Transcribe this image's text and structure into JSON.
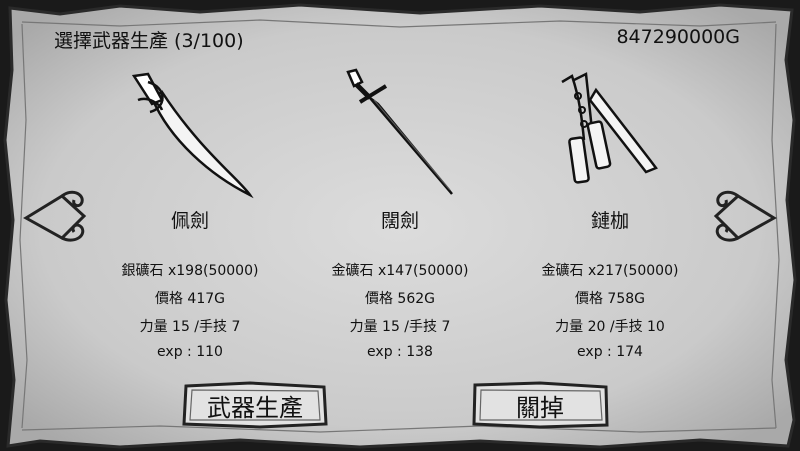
{
  "header": {
    "title": "選擇武器生產 (3/100)",
    "gold": "847290000G"
  },
  "weapons": [
    {
      "name": "佩劍",
      "material": "銀礦石 x198(50000)",
      "price": "價格 417G",
      "requirement": "力量 15 /手技 7",
      "exp": "exp : 110",
      "icon": "saber-icon"
    },
    {
      "name": "闊劍",
      "material": "金礦石 x147(50000)",
      "price": "價格 562G",
      "requirement": "力量 15 /手技 7",
      "exp": "exp : 138",
      "icon": "broadsword-icon"
    },
    {
      "name": "鏈枷",
      "material": "金礦石 x217(50000)",
      "price": "價格 758G",
      "requirement": "力量 20 /手技 10",
      "exp": "exp : 174",
      "icon": "flail-icon"
    }
  ],
  "buttons": {
    "produce": "武器生產",
    "close": "關掉"
  },
  "colors": {
    "parchment": "#cfcfcf",
    "ink": "#111111",
    "background": "#1a1a1a"
  }
}
